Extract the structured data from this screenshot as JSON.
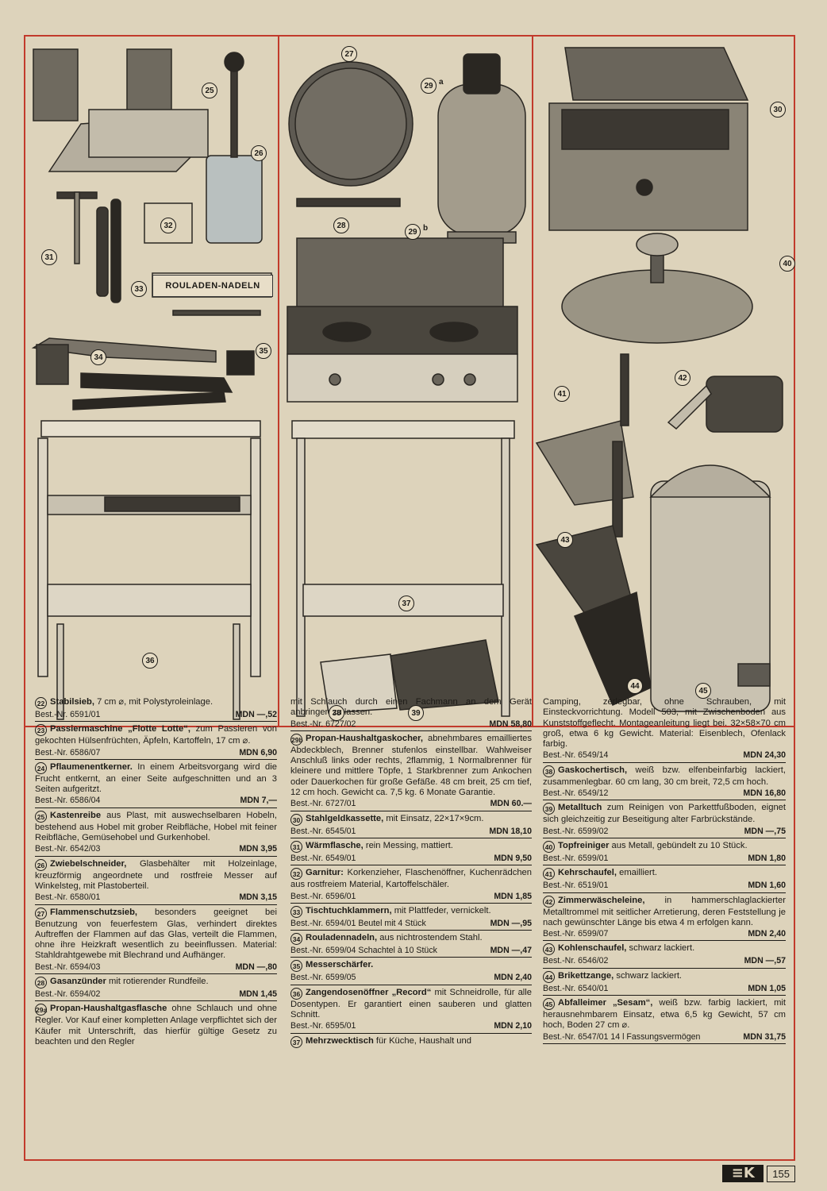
{
  "illustration": {
    "rouladen_label": "ROULADEN-NADELN"
  },
  "markers": [
    "25",
    "26",
    "27",
    "28",
    "29",
    "29",
    "30",
    "31",
    "32",
    "33",
    "34",
    "35",
    "36",
    "37",
    "38",
    "39",
    "40",
    "41",
    "42",
    "43",
    "44",
    "45"
  ],
  "col1": [
    {
      "num": "22",
      "name": "Stabilsieb,",
      "desc": " 7 cm ⌀, mit Polystyroleinlage.",
      "best": "Best.-Nr. 6591/01",
      "price": "MDN —,52"
    },
    {
      "num": "23",
      "name": "Passiermaschine „Flotte Lotte“,",
      "desc": " zum Passieren von gekochten Hülsenfrüchten, Äpfeln, Kartoffeln, 17 cm ⌀.",
      "best": "Best.-Nr. 6586/07",
      "price": "MDN 6,90"
    },
    {
      "num": "24",
      "name": "Pflaumenentkerner.",
      "desc": " In einem Arbeitsvorgang wird die Frucht entkernt, an einer Seite aufgeschnitten und an 3 Seiten aufgeritzt.",
      "best": "Best.-Nr. 6586/04",
      "price": "MDN 7,—"
    },
    {
      "num": "25",
      "name": "Kastenreibe",
      "desc": " aus Plast, mit auswechselbaren Hobeln, bestehend aus Hobel mit grober Reibfläche, Hobel mit feiner Reibfläche, Gemüsehobel und Gurkenhobel.",
      "best": "Best.-Nr. 6542/03",
      "price": "MDN 3,95"
    },
    {
      "num": "26",
      "name": "Zwiebelschneider,",
      "desc": " Glasbehälter mit Holzeinlage, kreuzförmig angeordnete und rostfreie Messer auf Winkelsteg, mit Plastoberteil.",
      "best": "Best.-Nr. 6580/01",
      "price": "MDN 3,15"
    },
    {
      "num": "27",
      "name": "Flammenschutzsieb,",
      "desc": " besonders geeignet bei Benutzung von feuerfestem Glas, verhindert direktes Auftreffen der Flammen auf das Glas, verteilt die Flammen, ohne ihre Heizkraft wesentlich zu beeinflussen. Material: Stahldrahtgewebe mit Blechrand und Aufhänger.",
      "best": "Best.-Nr. 6594/03",
      "price": "MDN —,80"
    },
    {
      "num": "28",
      "name": "Gasanzünder",
      "desc": " mit rotierender Rundfeile.",
      "best": "Best.-Nr. 6594/02",
      "price": "MDN 1,45"
    },
    {
      "num": "29a",
      "name": "Propan-Haushaltgasflasche",
      "desc": " ohne Schlauch und ohne Regler. Vor Kauf einer kompletten Anlage verpflichtet sich der Käufer mit Unterschrift, das hierfür gültige Gesetz zu beachten und den Regler",
      "best": "",
      "price": ""
    }
  ],
  "col2": [
    {
      "num": "",
      "name": "",
      "desc": "mit Schlauch durch einen Fachmann an dem Gerät anbringen zu lassen.",
      "best": "Best.-Nr. 6727/02",
      "price": "MDN 58,80"
    },
    {
      "num": "29b",
      "name": "Propan-Haushaltgaskocher,",
      "desc": " abnehmbares emailliertes Abdeckblech, Brenner stufenlos einstellbar. Wahlweiser Anschluß links oder rechts, 2flammig, 1 Normalbrenner für kleinere und mittlere Töpfe, 1 Starkbrenner zum Ankochen oder Dauerkochen für große Gefäße. 48 cm breit, 25 cm tief, 12 cm hoch. Gewicht ca. 7,5 kg. 6 Monate Garantie.",
      "best": "Best.-Nr. 6727/01",
      "price": "MDN 60.—"
    },
    {
      "num": "30",
      "name": "Stahlgeldkassette,",
      "desc": " mit Einsatz, 22×17×9cm.",
      "best": "Best.-Nr. 6545/01",
      "price": "MDN 18,10"
    },
    {
      "num": "31",
      "name": "Wärmflasche,",
      "desc": " rein Messing, mattiert.",
      "best": "Best.-Nr. 6549/01",
      "price": "MDN 9,50"
    },
    {
      "num": "32",
      "name": "Garnitur:",
      "desc": " Korkenzieher, Flaschenöffner, Kuchenrädchen aus rostfreiem Material, Kartoffelschäler.",
      "best": "Best.-Nr. 6596/01",
      "price": "MDN 1,85"
    },
    {
      "num": "33",
      "name": "Tischtuchklammern,",
      "desc": " mit Plattfeder, vernickelt.",
      "best": "Best.-Nr. 6594/01   Beutel mit 4 Stück",
      "price": "MDN —,95"
    },
    {
      "num": "34",
      "name": "Rouladennadeln,",
      "desc": " aus nichtrostendem Stahl.",
      "best": "Best.-Nr. 6599/04  Schachtel à 10 Stück",
      "price": "MDN —,47"
    },
    {
      "num": "35",
      "name": "Messerschärfer.",
      "desc": "",
      "best": "Best.-Nr. 6599/05",
      "price": "MDN 2,40"
    },
    {
      "num": "36",
      "name": "Zangendosenöffner „Record“",
      "desc": " mit Schneidrolle, für alle Dosentypen. Er garantiert einen sauberen und glatten Schnitt.",
      "best": "Best.-Nr. 6595/01",
      "price": "MDN 2,10"
    },
    {
      "num": "37",
      "name": "Mehrzwecktisch",
      "desc": " für Küche, Haushalt und",
      "best": "",
      "price": ""
    }
  ],
  "col3": [
    {
      "num": "",
      "name": "",
      "desc": "Camping, zerlegbar, ohne Schrauben, mit Einsteckvorrichtung. Modell 503, mit Zwischenboden aus Kunststoffgeflecht. Montageanleitung liegt bei. 32×58×70 cm groß, etwa 6 kg Gewicht. Material: Eisenblech, Ofenlack farbig.",
      "best": "Best.-Nr. 6549/14",
      "price": "MDN 24,30"
    },
    {
      "num": "38",
      "name": "Gaskochertisch,",
      "desc": " weiß bzw. elfenbeinfarbig lackiert, zusammenlegbar. 60 cm lang, 30 cm breit, 72,5 cm hoch.",
      "best": "Best.-Nr. 6549/12",
      "price": "MDN 16,80"
    },
    {
      "num": "39",
      "name": "Metalltuch",
      "desc": " zum Reinigen von Parkettfußboden, eignet sich gleichzeitig zur Beseitigung alter Farbrückstände.",
      "best": "Best.-Nr. 6599/02",
      "price": "MDN —,75"
    },
    {
      "num": "40",
      "name": "Topfreiniger",
      "desc": " aus Metall, gebündelt zu 10 Stück.",
      "best": "Best.-Nr. 6599/01",
      "price": "MDN 1,80"
    },
    {
      "num": "41",
      "name": "Kehrschaufel,",
      "desc": " emailliert.",
      "best": "Best.-Nr. 6519/01",
      "price": "MDN 1,60"
    },
    {
      "num": "42",
      "name": "Zimmerwäscheleine,",
      "desc": " in hammerschlaglackierter Metalltrommel mit seitlicher Arretierung, deren Feststellung je nach gewünschter Länge bis etwa 4 m erfolgen kann.",
      "best": "Best.-Nr. 6599/07",
      "price": "MDN 2,40"
    },
    {
      "num": "43",
      "name": "Kohlenschaufel,",
      "desc": " schwarz lackiert.",
      "best": "Best.-Nr. 6546/02",
      "price": "MDN —,57"
    },
    {
      "num": "44",
      "name": "Brikettzange,",
      "desc": " schwarz lackiert.",
      "best": "Best.-Nr. 6540/01",
      "price": "MDN 1,05"
    },
    {
      "num": "45",
      "name": "Abfalleimer „Sesam“,",
      "desc": " weiß bzw. farbig lackiert, mit herausnehmbarem Einsatz, etwa 6,5 kg Gewicht, 57 cm hoch, Boden 27 cm ⌀.",
      "best": "Best.-Nr. 6547/01  14 l Fassungsvermögen",
      "price": "MDN 31,75"
    }
  ],
  "footer": {
    "logo": "≡K",
    "page": "155"
  }
}
